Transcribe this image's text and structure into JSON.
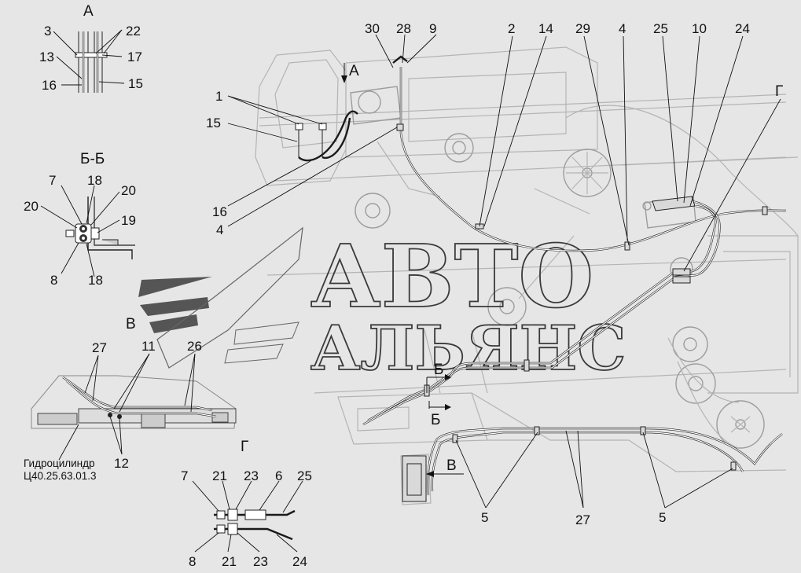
{
  "views": {
    "a_title": "А",
    "bb_title": "Б-Б",
    "g_title": "Г",
    "v_title": "В",
    "arrow_a": "А",
    "arrow_b_top": "Б",
    "arrow_b_bottom": "Б",
    "arrow_v": "В",
    "arrow_g": "Г"
  },
  "caption": {
    "line1": "Гидроцилиндр",
    "line2": "Ц40.25.63.01.3"
  },
  "watermark": {
    "line1": "АВТО",
    "line2": "АЛЬЯНС"
  },
  "callouts": {
    "a_3": "3",
    "a_22": "22",
    "a_13": "13",
    "a_17": "17",
    "a_16": "16",
    "a_15": "15",
    "bb_7": "7",
    "bb_18_top": "18",
    "bb_20_left": "20",
    "bb_20_right": "20",
    "bb_19": "19",
    "bb_8": "8",
    "bb_18_bottom": "18",
    "m_1": "1",
    "m_15": "15",
    "m_16": "16",
    "m_4_left": "4",
    "m_30": "30",
    "m_28": "28",
    "m_9": "9",
    "m_2": "2",
    "m_14": "14",
    "m_29": "29",
    "m_4_right": "4",
    "m_25": "25",
    "m_10": "10",
    "m_24": "24",
    "v_27": "27",
    "v_11": "11",
    "v_26": "26",
    "v_12": "12",
    "g_7": "7",
    "g_21_top": "21",
    "g_23_top": "23",
    "g_6": "6",
    "g_25": "25",
    "g_8": "8",
    "g_21_bottom": "21",
    "g_23_bottom": "23",
    "g_24": "24",
    "b_5_left": "5",
    "b_27": "27",
    "b_5_right": "5"
  }
}
